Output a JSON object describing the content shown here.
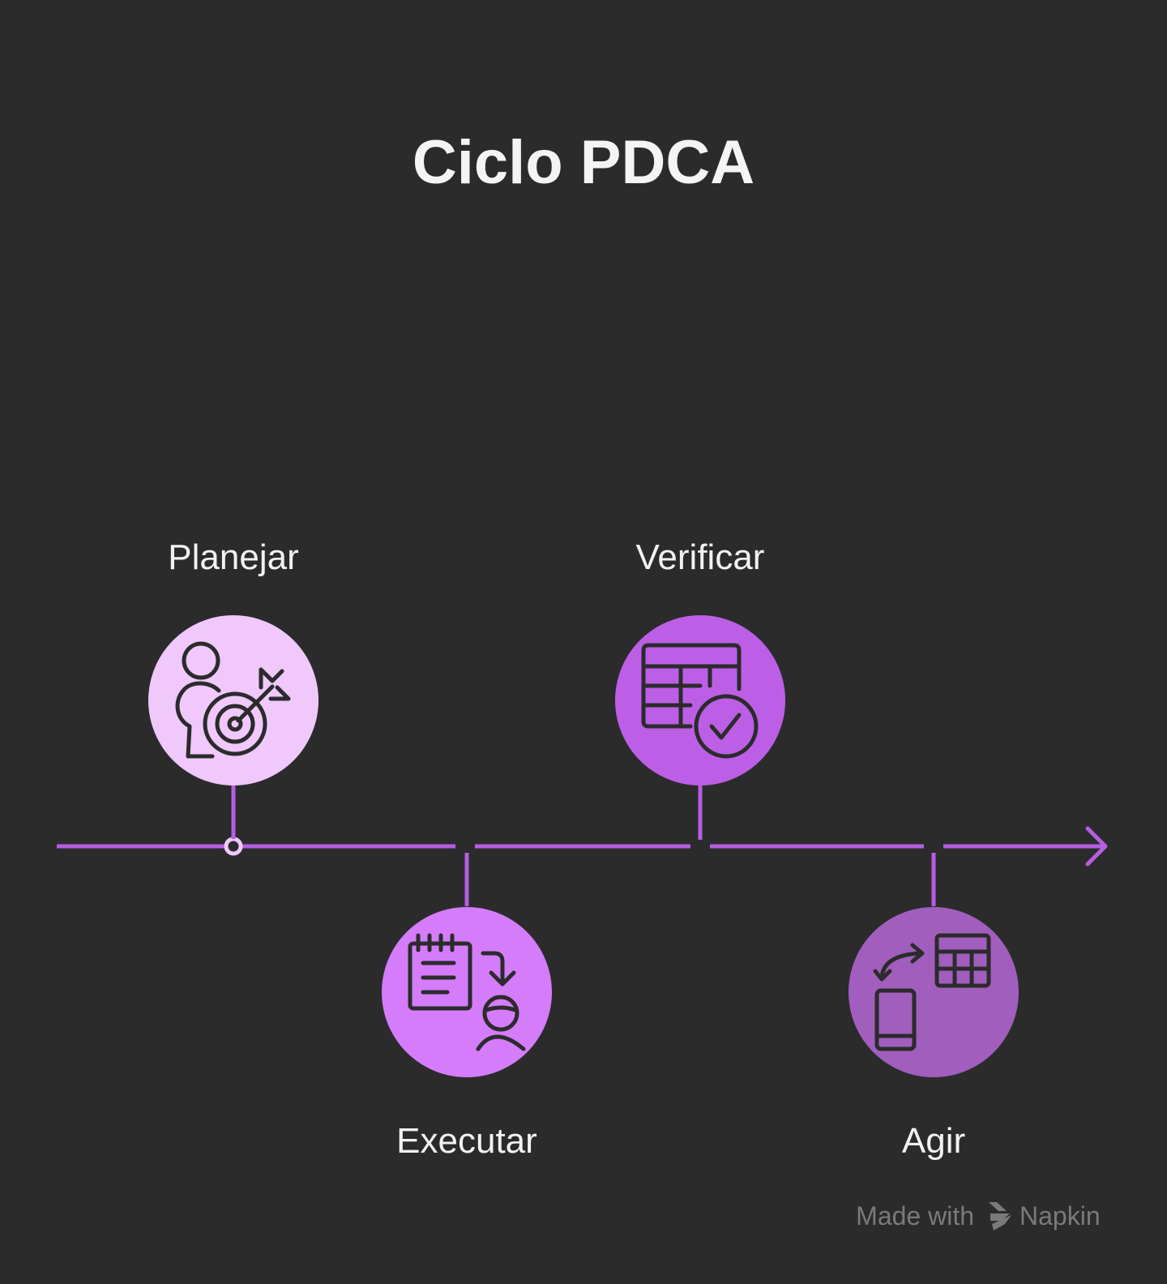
{
  "title": "Ciclo PDCA",
  "colors": {
    "background": "#2b2b2c",
    "timeline": "#b65ee0",
    "text": "#f2f2f2",
    "watermark": "#7a7a7a"
  },
  "steps": [
    {
      "label": "Planejar",
      "position": "above",
      "color": "#f0c8fc",
      "icon": "person-target-icon"
    },
    {
      "label": "Executar",
      "position": "below",
      "color": "#d47cfa",
      "icon": "notepad-person-icon"
    },
    {
      "label": "Verificar",
      "position": "above",
      "color": "#bd5fe6",
      "icon": "table-check-icon"
    },
    {
      "label": "Agir",
      "position": "below",
      "color": "#a15ebd",
      "icon": "phone-table-exchange-icon"
    }
  ],
  "watermark": {
    "prefix": "Made with",
    "brand": "Napkin",
    "icon": "napkin-logo-icon"
  }
}
